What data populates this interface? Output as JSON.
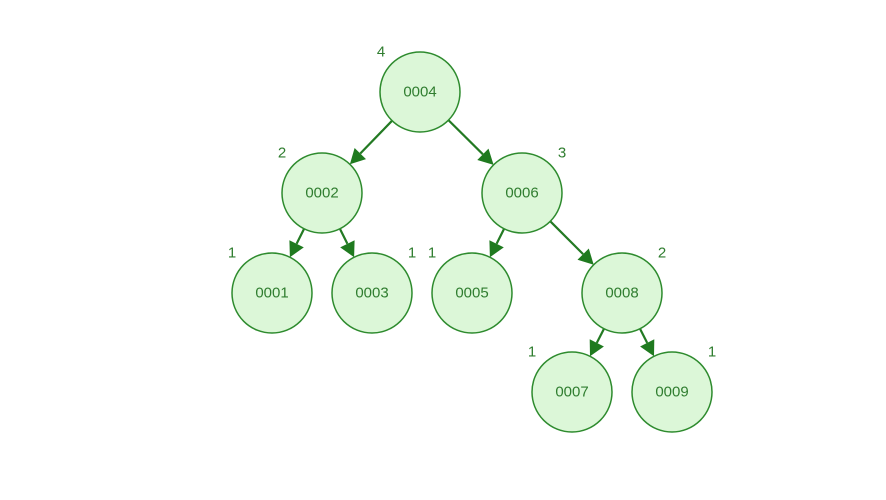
{
  "tree": {
    "nodes": [
      {
        "id": "0004",
        "label": "0004",
        "height": "4"
      },
      {
        "id": "0002",
        "label": "0002",
        "height": "2"
      },
      {
        "id": "0006",
        "label": "0006",
        "height": "3"
      },
      {
        "id": "0001",
        "label": "0001",
        "height": "1"
      },
      {
        "id": "0003",
        "label": "0003",
        "height": "1"
      },
      {
        "id": "0005",
        "label": "0005",
        "height": "1"
      },
      {
        "id": "0008",
        "label": "0008",
        "height": "2"
      },
      {
        "id": "0007",
        "label": "0007",
        "height": "1"
      },
      {
        "id": "0009",
        "label": "0009",
        "height": "1"
      }
    ],
    "edges": [
      {
        "from": "0004",
        "to": "0002"
      },
      {
        "from": "0004",
        "to": "0006"
      },
      {
        "from": "0002",
        "to": "0001"
      },
      {
        "from": "0002",
        "to": "0003"
      },
      {
        "from": "0006",
        "to": "0005"
      },
      {
        "from": "0006",
        "to": "0008"
      },
      {
        "from": "0008",
        "to": "0007"
      },
      {
        "from": "0008",
        "to": "0009"
      }
    ],
    "colors": {
      "node_fill": "#dcf7d8",
      "node_stroke": "#2e8b2e",
      "text": "#2f7d2f",
      "edge": "#237a23"
    }
  }
}
